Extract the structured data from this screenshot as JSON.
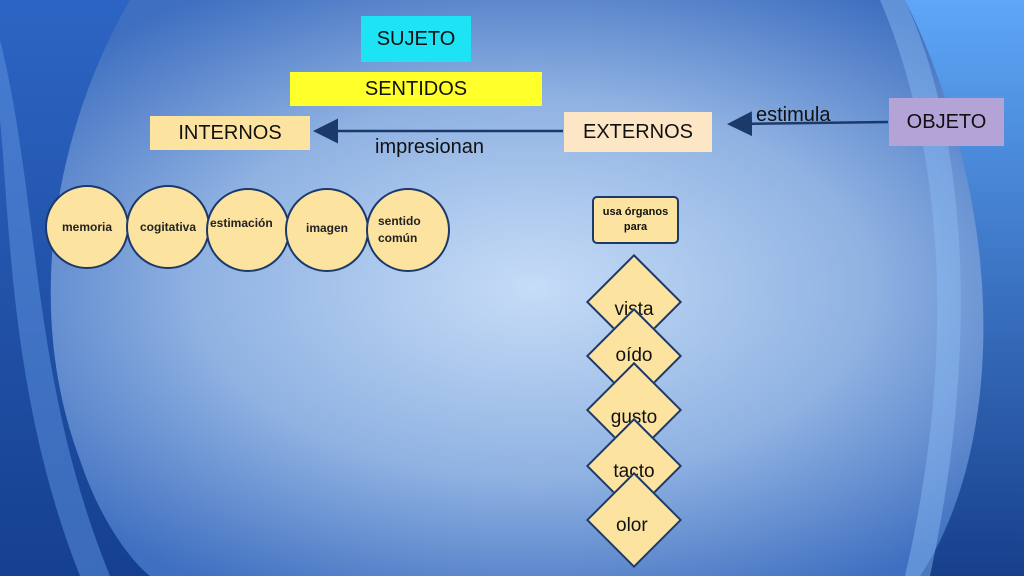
{
  "title_box": {
    "label": "SUJETO",
    "color": "#1de3f4"
  },
  "senses_box": {
    "label": "SENTIDOS",
    "color": "#ffff2a"
  },
  "internal_box": {
    "label": "INTERNOS",
    "color": "#fde3a0"
  },
  "external_box": {
    "label": "EXTERNOS",
    "color": "#fde6c6"
  },
  "object_box": {
    "label": "OBJETO",
    "color": "#b3a3d6"
  },
  "arrow_labels": {
    "stimulates": "estimula",
    "impress": "impresionan"
  },
  "internal_senses": [
    "memoria",
    "cogitativa",
    "estimación",
    "imagen",
    "sentido común"
  ],
  "organs_box": {
    "label": "usa órganos para"
  },
  "external_senses": [
    "vista",
    "oído",
    "gusto",
    "tacto",
    "olor"
  ],
  "colors": {
    "shape_fill": "#fde3a0",
    "shape_border": "#1b3a6b",
    "arrow": "#1b3a6b"
  }
}
